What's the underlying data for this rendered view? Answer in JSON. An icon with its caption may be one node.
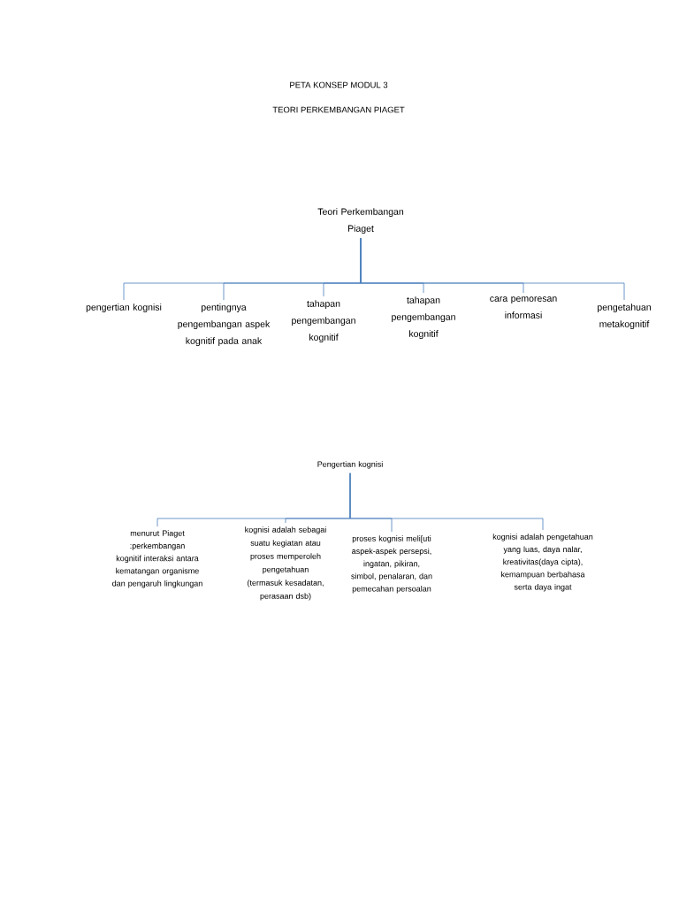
{
  "diagram": {
    "title": "PETA KONSEP MODUL 3",
    "nodes": [
      {
        "text": [
          "Teori Perkembangan Piaget"
        ]
      },
      {
        "text": [
          "pengertian kognisi"
        ]
      },
      {
        "text": [
          "pentingnya pengembangan aspek kognitif pada anak"
        ]
      },
      {
        "text": [
          "tahapan pengembangan kognitif"
        ]
      },
      {
        "text": [
          "tahapan pengembangan kognitif"
        ]
      },
      {
        "text": [
          "cara pemoresan informasi"
        ]
      },
      {
        "text": [
          "pengetahuan metakognitif"
        ]
      },
      {
        "text": [
          "Pengertian kognisi"
        ]
      },
      {
        "text": [
          "menurut Piaget :perkembangan kognitif interaksi antara kematangan organisme dan pengaruh lingkungan"
        ]
      },
      {
        "text": [
          "kognisi adalah sebagai suatu kegiatan atau proses memperoleh pengetahuan (termasuk kesadatan, perasaan dsb)"
        ]
      },
      {
        "text": [
          "proses kognisi meli[uti aspek-aspek persepsi, ingatan, pikiran, simbol, penalaran, dan pemecahan persoalan"
        ]
      },
      {
        "text": [
          "kognisi adalah pengetahuan yang luas, daya nalar, kreativitas(daya cipta), kemampuan berbahasa serta daya ingat"
        ]
      }
    ],
    "edges": [
      {
        "from": 0,
        "to": 1,
        "arrow": "none"
      },
      {
        "from": 0,
        "to": 2,
        "arrow": "none"
      },
      {
        "from": 0,
        "to": 3,
        "arrow": "none"
      },
      {
        "from": 0,
        "to": 4,
        "arrow": "none"
      },
      {
        "from": 0,
        "to": 5,
        "arrow": "none"
      },
      {
        "from": 0,
        "to": 6,
        "arrow": "none"
      },
      {
        "from": 7,
        "to": 8,
        "arrow": "none"
      },
      {
        "from": 7,
        "to": 9,
        "arrow": "none"
      },
      {
        "from": 7,
        "to": 10,
        "arrow": "none"
      },
      {
        "from": 7,
        "to": 11,
        "arrow": "none"
      }
    ],
    "labels": [
      "TEORI PERKEMBANGAN PIAGET"
    ]
  }
}
